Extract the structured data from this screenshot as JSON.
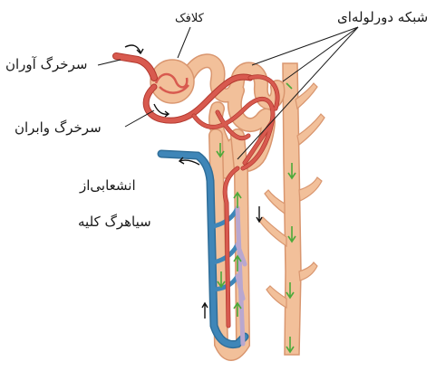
{
  "labels": {
    "capsule": "کلافک",
    "capillary_network": "شبکه دورلوله‌ای",
    "afferent_arteriole": "سرخرگ آوران",
    "efferent_arteriole": "سرخرگ وابران",
    "renal_vein_branch_line1": "انشعابی‌از",
    "renal_vein_branch_line2": "سیاهرگ کلیه"
  },
  "colors": {
    "tubule_fill": "#f2c09a",
    "tubule_edge": "#d9966f",
    "artery": "#d85a4f",
    "artery_edge": "#b3392f",
    "vein": "#3f86b8",
    "vasa_recta": "#b9a7cf",
    "flow_arrow": "#4caa3a"
  }
}
